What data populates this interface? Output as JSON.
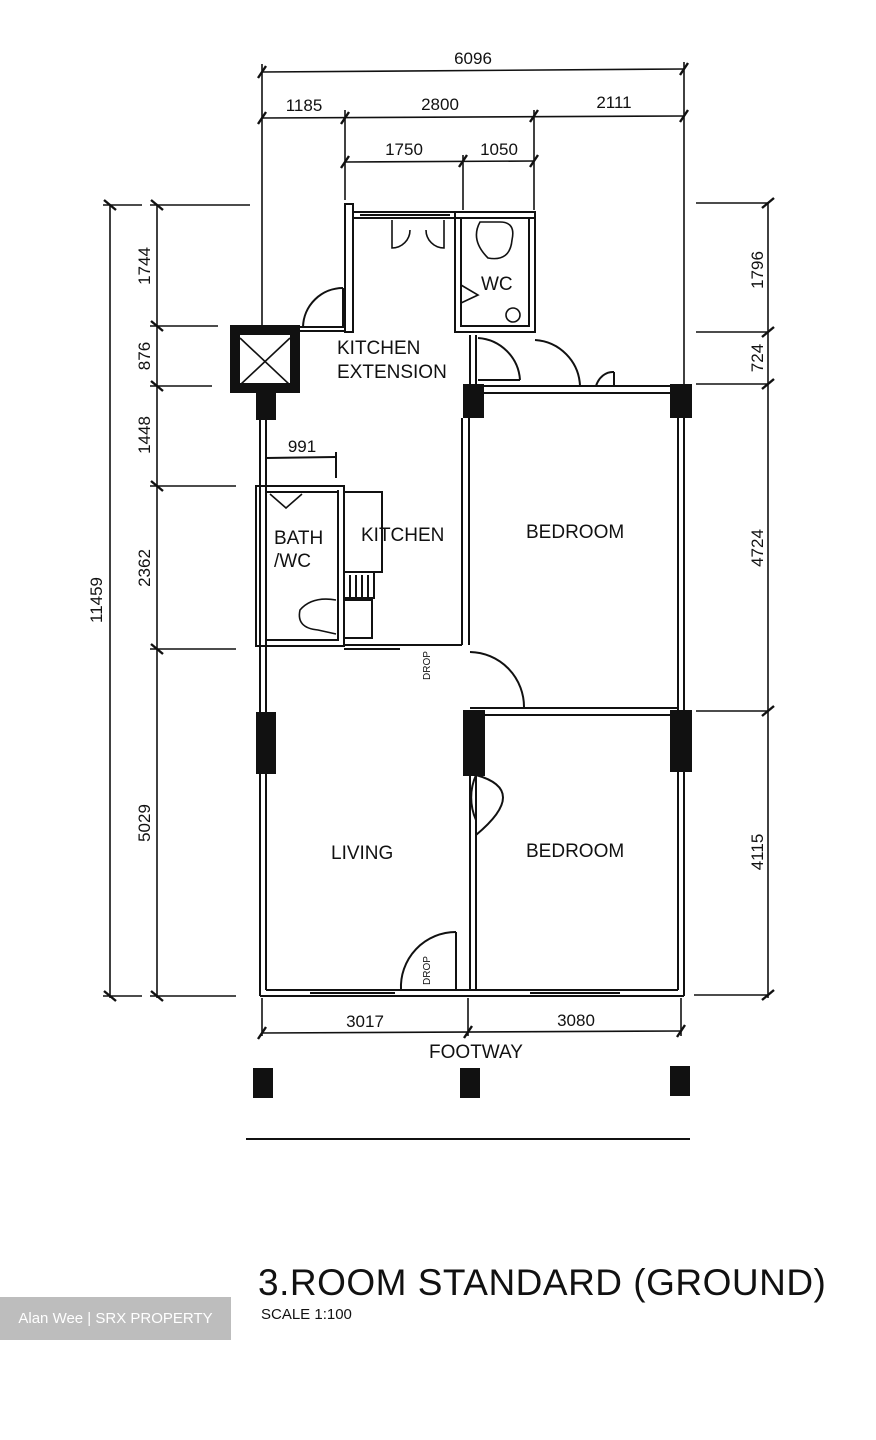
{
  "plan": {
    "title": "3.ROOM STANDARD (GROUND)",
    "scale": "SCALE 1:100",
    "watermark": "Alan Wee | SRX PROPERTY",
    "footway_label": "FOOTWAY",
    "rooms": {
      "kitchen_extension_line1": "KITCHEN",
      "kitchen_extension_line2": "EXTENSION",
      "wc": "WC",
      "bath_wc_line1": "BATH",
      "bath_wc_line2": "/WC",
      "kitchen": "KITCHEN",
      "bedroom_1": "BEDROOM",
      "bedroom_2": "BEDROOM",
      "living": "LIVING"
    },
    "annotations": {
      "drop_1": "DROP",
      "drop_2": "DROP"
    },
    "dimensions": {
      "top": {
        "overall": "6096",
        "row2": [
          "1185",
          "2800",
          "2111"
        ],
        "row3": [
          "1750",
          "1050"
        ],
        "bath_width": "991"
      },
      "left": {
        "overall": "11459",
        "segments": [
          "1744",
          "876",
          "1448",
          "2362",
          "5029"
        ]
      },
      "right": {
        "segments": [
          "1796",
          "724",
          "4724",
          "4115"
        ]
      },
      "bottom": {
        "segments": [
          "3017",
          "3080"
        ]
      }
    }
  }
}
